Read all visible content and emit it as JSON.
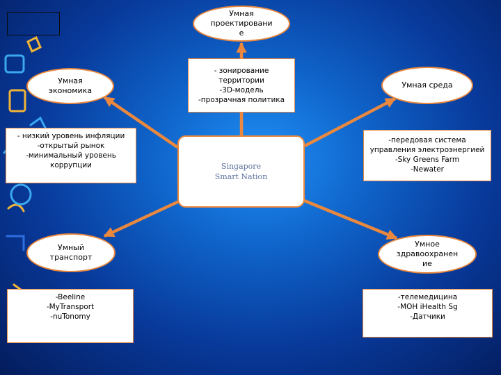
{
  "diagram": {
    "center": {
      "line1": "Singapore",
      "line2": "Smart Nation"
    },
    "nodes": {
      "planning": "Умная\nпроектировани\nе",
      "economy": "Умная\nэкономика",
      "environment": "Умная среда",
      "transport": "Умный\nтранспорт",
      "health": "Умное\nздравоохранен\nие"
    },
    "boxes": {
      "planning": [
        "- зонирование",
        "территории",
        "-3D-модель",
        "-прозрачная политика"
      ],
      "economy": [
        "- низкий уровень инфляции",
        "-открытый рынок",
        "-минимальный  уровень",
        "коррупции"
      ],
      "environment": [
        "-передовая система",
        "управления электроэнергией",
        "-Sky Greens Farm",
        "-Newater"
      ],
      "transport": [
        "-Beeline",
        "-MyTransport",
        "-nuTonomy"
      ],
      "health": [
        "-телемедицина",
        "-MOH iHealth Sg",
        "-Датчики"
      ]
    }
  },
  "colors": {
    "arrow": "#e9883e",
    "border": "#e9883e",
    "background": "#0f63c9"
  }
}
